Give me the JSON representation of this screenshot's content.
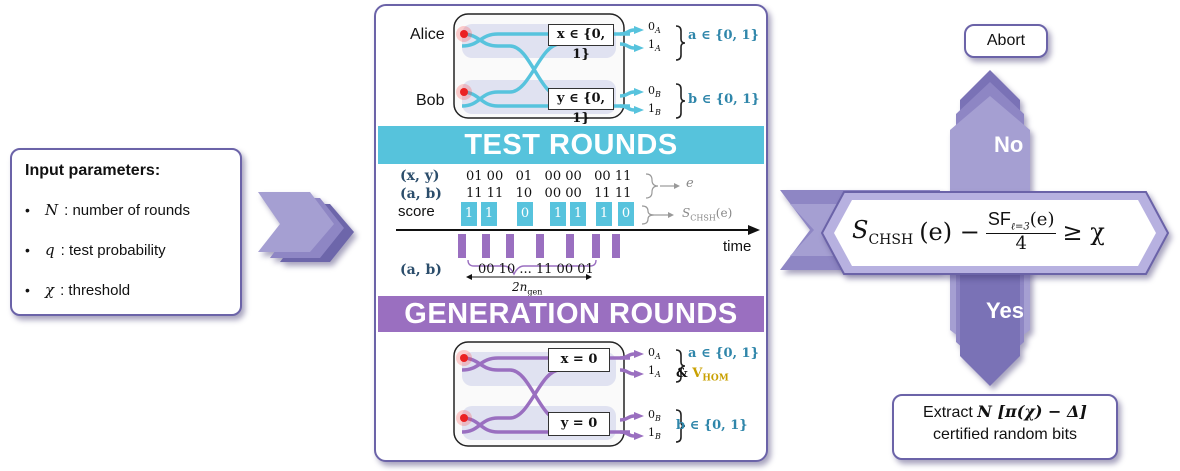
{
  "input": {
    "title": "Input parameters:",
    "params": [
      {
        "symbol": "N",
        "text": ": number of rounds"
      },
      {
        "symbol": "q",
        "text": " : test probability"
      },
      {
        "symbol": "χ",
        "text": " : threshold"
      }
    ]
  },
  "alice_label": "Alice",
  "bob_label": "Bob",
  "test_round": {
    "alice_setting": "x ∈ {0, 1}",
    "bob_setting": "y ∈ {0, 1}",
    "alice_out0": "0",
    "alice_out0_sub": "A",
    "alice_out1": "1",
    "alice_out1_sub": "A",
    "bob_out0": "0",
    "bob_out0_sub": "B",
    "bob_out1": "1",
    "bob_out1_sub": "B",
    "alice_result": "a ∈ {0, 1}",
    "bob_result": "b ∈ {0, 1}"
  },
  "test_band": "TEST ROUNDS",
  "timeline": {
    "xy_label": "(x, y)",
    "ab_label": "(a, b)",
    "score_label": "score",
    "xy_values": "01 00   01   00 00   00 11",
    "ab_values": "11 11   10   00 00   11 11",
    "scores": [
      "1",
      "1",
      "0",
      "1",
      "1",
      "1",
      "0"
    ],
    "e_label": "e",
    "s_label": "S",
    "s_sub": "CHSH",
    "s_arg": "(e)",
    "time_label": "time",
    "gen_ab_label": "(a, b)",
    "gen_bits": "00 10 ... 11 00 01",
    "gen_count": "2n",
    "gen_count_sub": "gen"
  },
  "gen_band": "GENERATION ROUNDS",
  "gen_round": {
    "alice_setting": "x = 0",
    "bob_setting": "y = 0",
    "alice_out0": "0",
    "alice_out0_sub": "A",
    "alice_out1": "1",
    "alice_out1_sub": "A",
    "bob_out0": "0",
    "bob_out0_sub": "B",
    "bob_out1": "1",
    "bob_out1_sub": "B",
    "alice_result": "a ∈ {0, 1}",
    "hom_prefix": "& ",
    "hom_label": "V",
    "hom_sub": "HOM",
    "bob_result": "b ∈ {0, 1}"
  },
  "decision": {
    "s": "S",
    "s_sub": "CHSH",
    "s_arg": "(e) −",
    "sf": "SF",
    "sf_sub": "ℓ=3",
    "sf_arg": "(e)",
    "denominator": "4",
    "rel": "≥ χ"
  },
  "no_label": "No",
  "yes_label": "Yes",
  "abort_label": "Abort",
  "extract": {
    "prefix": "Extract ",
    "formula": "N [π(χ) − Δ]",
    "line2": "certified random bits"
  },
  "colors": {
    "test_band": "#56c3dc",
    "gen_band": "#9a6fc0",
    "panel_border": "#6b63a8",
    "arrow_fill": "#8e86c4",
    "arrow_dark": "#5c5599",
    "test_path": "#57c3dd",
    "gen_path": "#9a6fc0",
    "hom": "#c9a000",
    "bit_color": "#3a8fb5"
  }
}
